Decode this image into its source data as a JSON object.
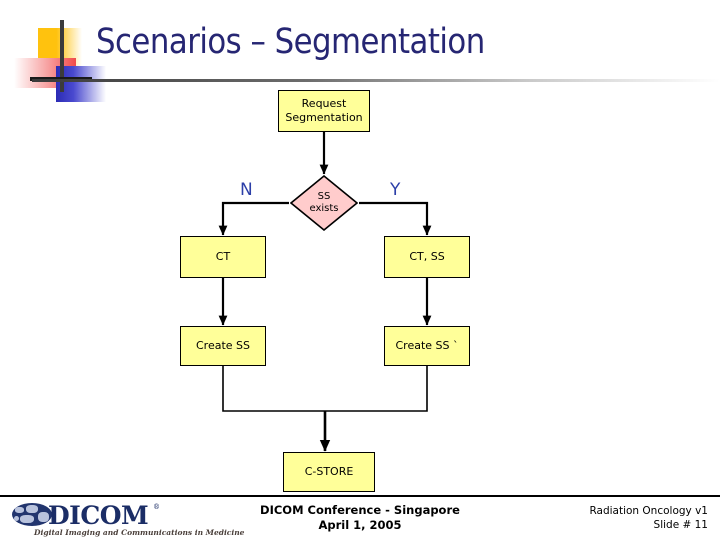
{
  "slide": {
    "title": "Scenarios – Segmentation",
    "title_color": "#262673",
    "background": "#ffffff"
  },
  "decoration": {
    "yellow": "#FFC20E",
    "red": "#F04A4A",
    "blue": "#2B2BB5",
    "line": "#3b3b3b"
  },
  "flowchart": {
    "node_fill": "#FFFF99",
    "decision_fill": "#FFCCCC",
    "border_color": "#000000",
    "connector_color": "#000000",
    "branch_label_color": "#2C3FA8",
    "nodes": {
      "request": "Request\nSegmentation",
      "request_line1": "Request",
      "request_line2": "Segmentation",
      "decision_line1": "SS",
      "decision_line2": "exists",
      "ct": "CT",
      "ct_ss": "CT, SS",
      "create_ss": "Create SS",
      "create_ss_prime": "Create SS `",
      "c_store": "C-STORE"
    },
    "branches": {
      "no": "N",
      "yes": "Y"
    }
  },
  "footer": {
    "logo": {
      "word": "DICOM",
      "registered": "®",
      "tagline": "Digital Imaging and Communications in Medicine",
      "color": "#1b2d66"
    },
    "center_line1": "DICOM Conference - Singapore",
    "center_line2": "April 1, 2005",
    "right_line1": "Radiation Oncology  v1",
    "right_line2": "Slide # 11"
  }
}
